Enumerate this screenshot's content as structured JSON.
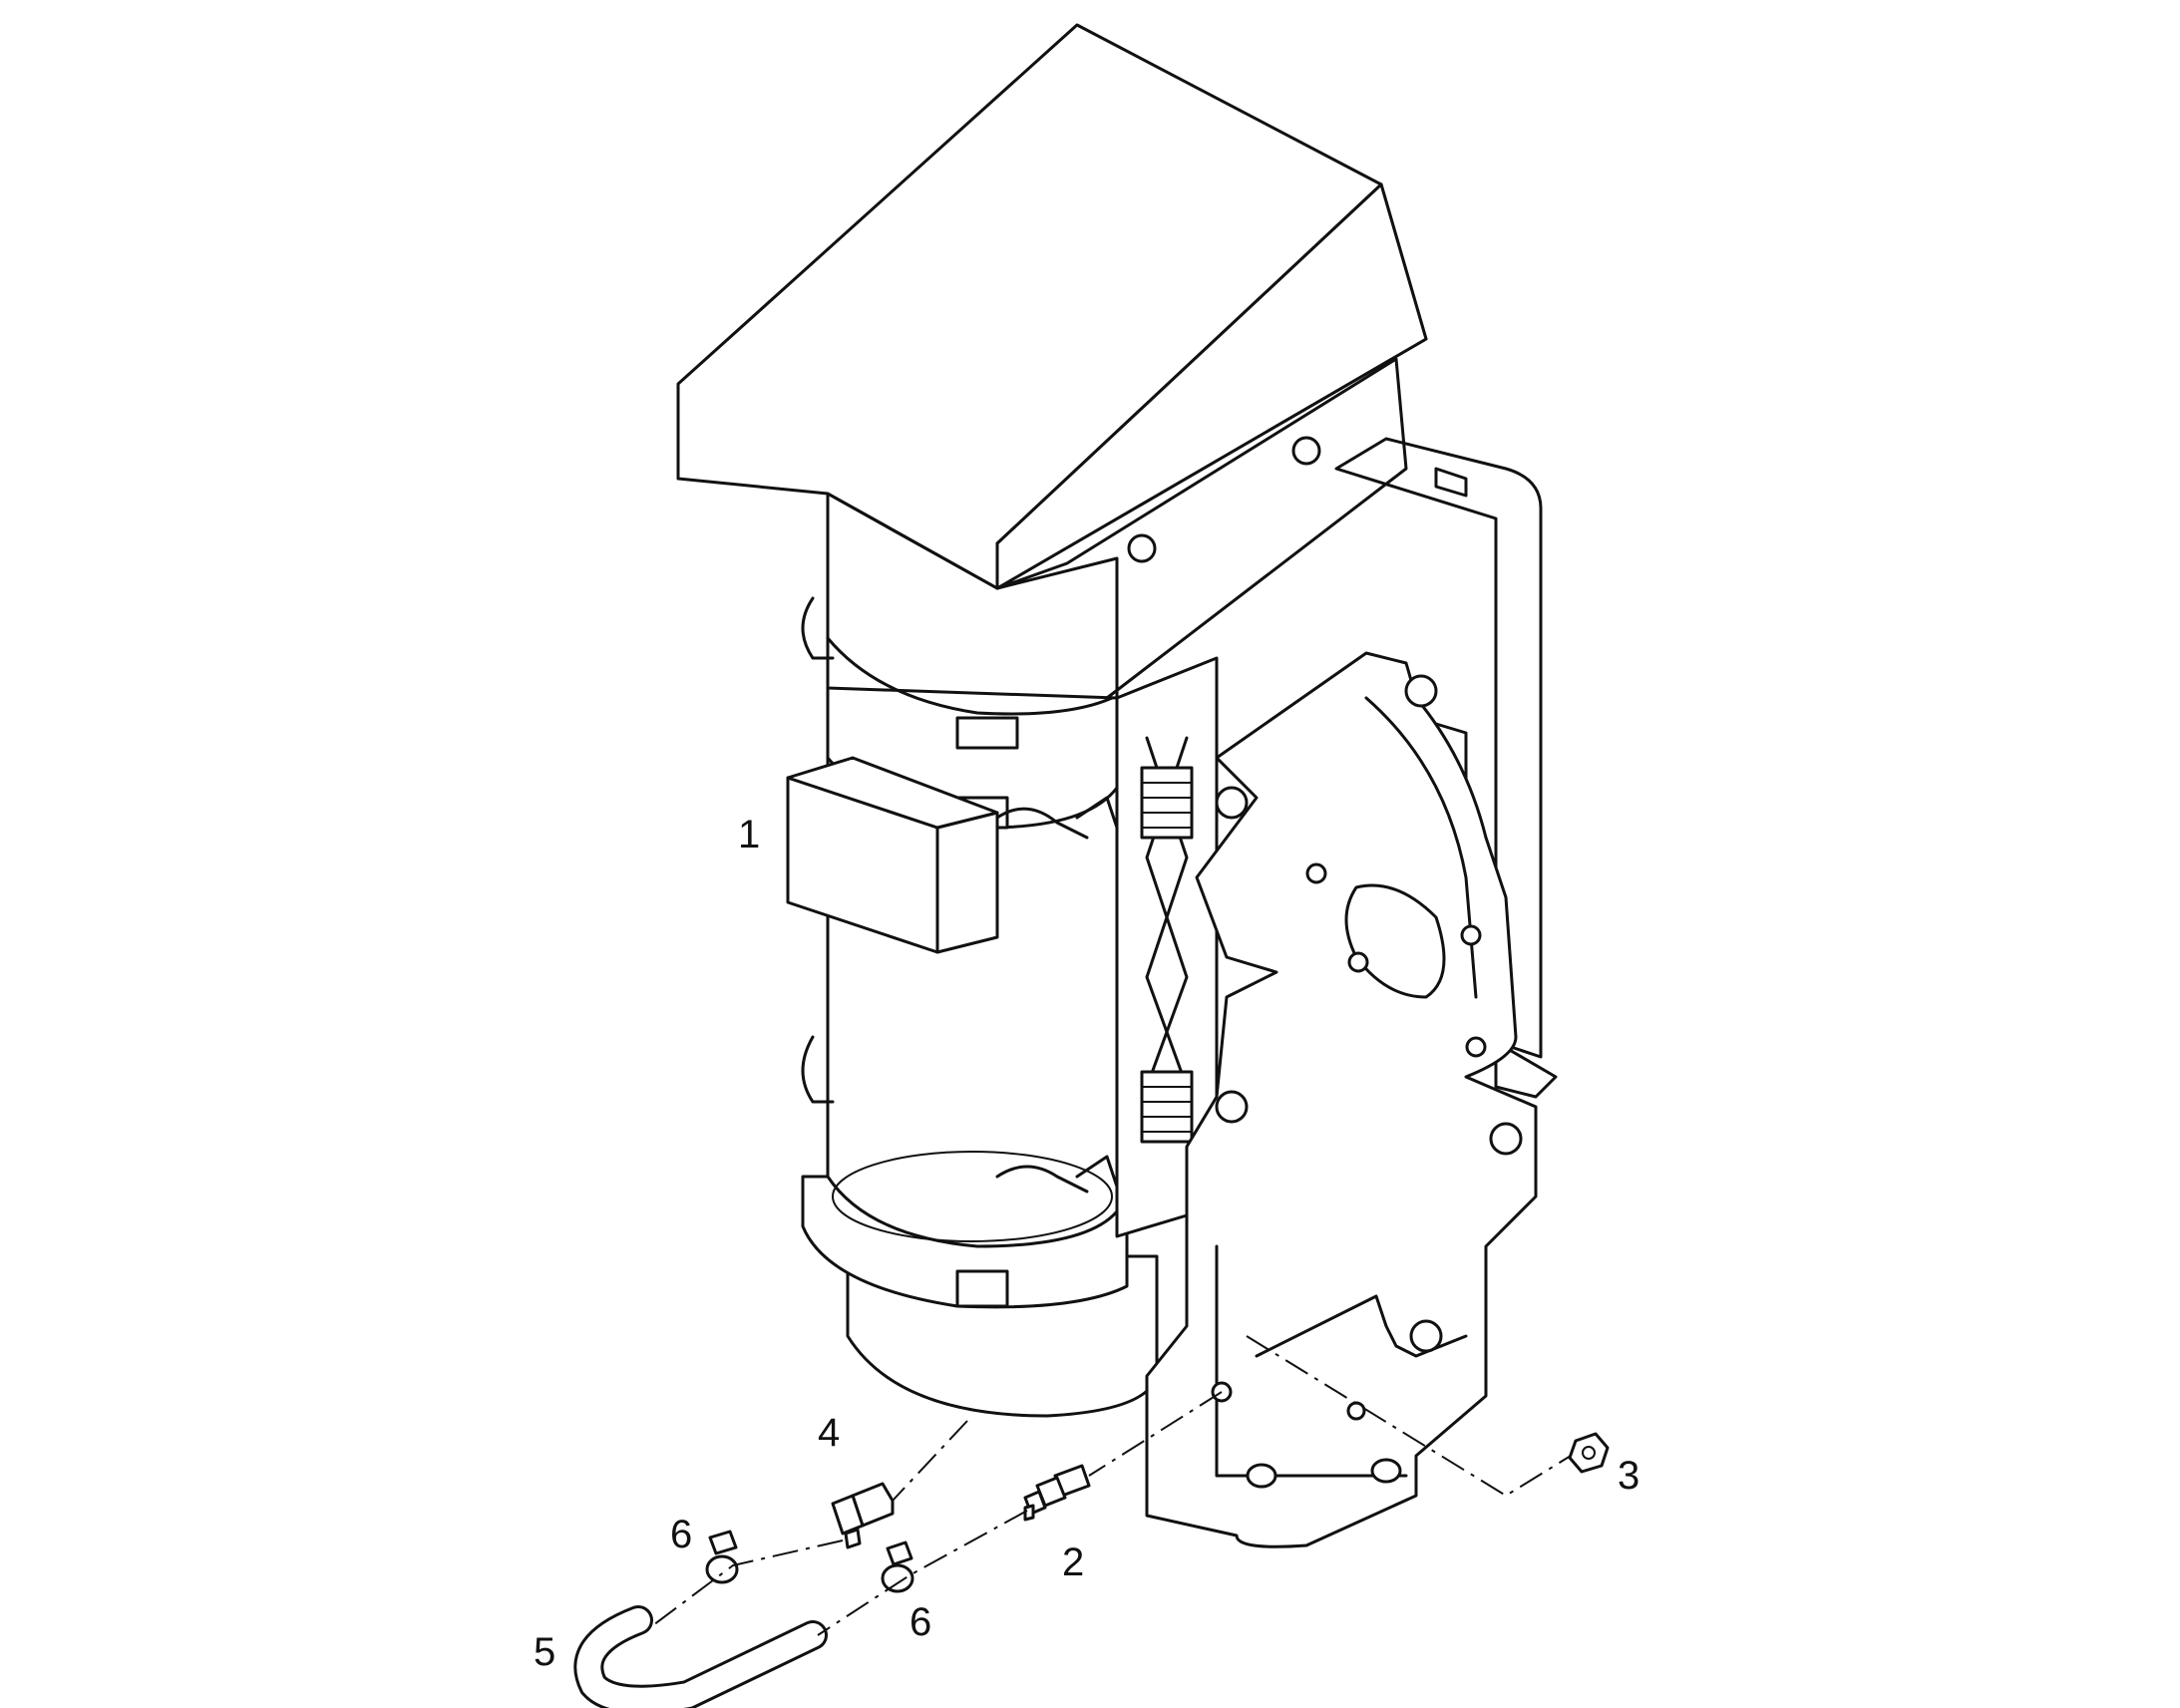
{
  "callouts": {
    "c1": "1",
    "c2": "2",
    "c3": "3",
    "c4": "4",
    "c5": "5",
    "c6a": "6",
    "c6b": "6"
  }
}
